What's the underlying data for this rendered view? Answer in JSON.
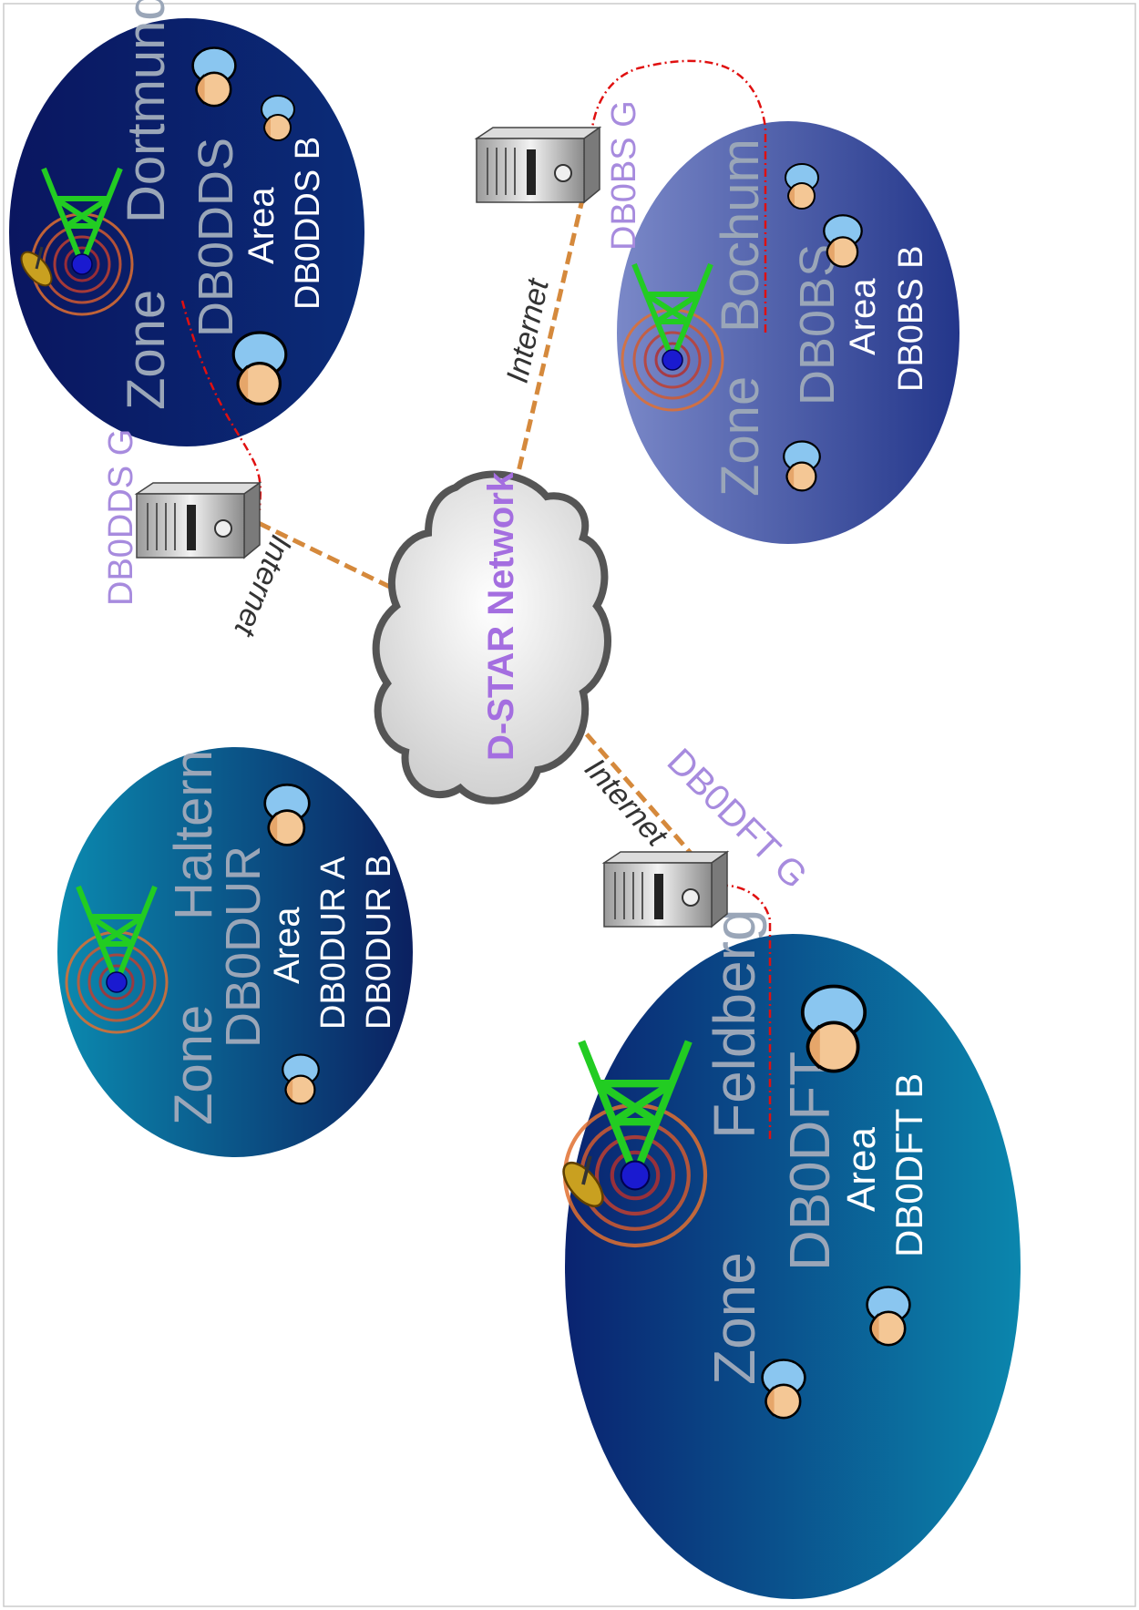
{
  "network": {
    "label": "D-STAR Network"
  },
  "links": {
    "internet_label": "Internet"
  },
  "zones": {
    "dortmund": {
      "zone": "Zone",
      "name": "Dortmund",
      "code": "DB0DDS",
      "area": "Area",
      "repeaters": [
        "DB0DDS B"
      ],
      "gateway": "DB0DDS G"
    },
    "bochum": {
      "zone": "Zone",
      "name": "Bochum",
      "code": "DB0BS",
      "area": "Area",
      "repeaters": [
        "DB0BS  B"
      ],
      "gateway": "DB0BS  G"
    },
    "haltern": {
      "zone": "Zone",
      "name": "Haltern",
      "code": "DB0DUR",
      "area": "Area",
      "repeaters": [
        "DB0DUR A",
        "DB0DUR B"
      ]
    },
    "feldberg": {
      "zone": "Zone",
      "name": "Feldberg",
      "code": "DB0DFT",
      "area": "Area",
      "repeaters": [
        "DB0DFT B"
      ],
      "gateway": "DB0DFT G"
    }
  },
  "colors": {
    "zone_dark": "#0a1660",
    "zone_light": "#0a7aa5",
    "tower": "#22cc22",
    "link": "#d5893c",
    "radio_path": "#e01010",
    "gateway_label": "#a78bde",
    "network_label": "#a46ee0"
  },
  "icons": [
    "radio-tower-icon",
    "satellite-dish-icon",
    "server-icon",
    "user-avatar-icon",
    "cloud-icon"
  ]
}
